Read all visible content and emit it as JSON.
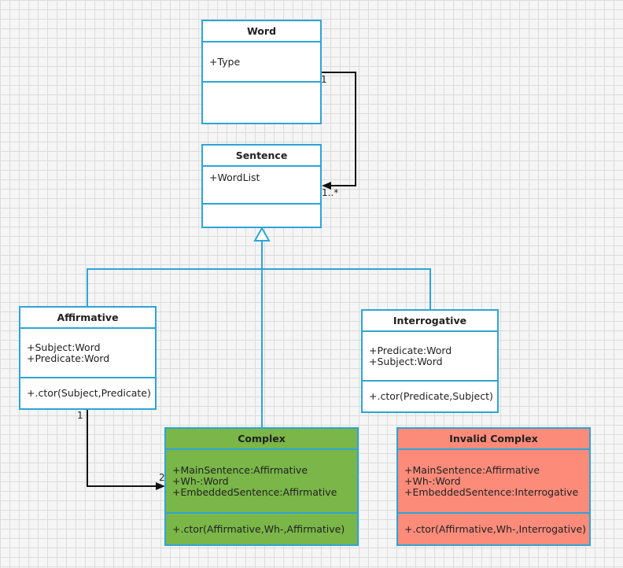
{
  "classes": {
    "word": {
      "name": "Word",
      "attributes": [
        "+Type"
      ],
      "operations": []
    },
    "sentence": {
      "name": "Sentence",
      "attributes": [
        "+WordList"
      ],
      "operations": []
    },
    "affirmative": {
      "name": "Affirmative",
      "attributes": [
        "+Subject:Word",
        "+Predicate:Word"
      ],
      "operations": [
        "+.ctor(Subject,Predicate)"
      ]
    },
    "interrogative": {
      "name": "Interrogative",
      "attributes": [
        "+Predicate:Word",
        "+Subject:Word"
      ],
      "operations": [
        "+.ctor(Predicate,Subject)"
      ]
    },
    "complex": {
      "name": "Complex",
      "attributes": [
        "+MainSentence:Affirmative",
        "+Wh-:Word",
        "+EmbeddedSentence:Affirmative"
      ],
      "operations": [
        "+.ctor(Affirmative,Wh-,Affirmative)"
      ]
    },
    "invalid_complex": {
      "name": "Invalid Complex",
      "attributes": [
        "+MainSentence:Affirmative",
        "+Wh-:Word",
        "+EmbeddedSentence:Interrogative"
      ],
      "operations": [
        "+.ctor(Affirmative,Wh-,Interrogative)"
      ]
    }
  },
  "multiplicities": {
    "word_end": "1",
    "sentence_end": "1..*",
    "affirmative_end": "1",
    "complex_end": "2"
  },
  "colors": {
    "border": "#2ea4d8",
    "complex_fill": "#7ab648",
    "invalid_fill": "#fc8b7a"
  }
}
